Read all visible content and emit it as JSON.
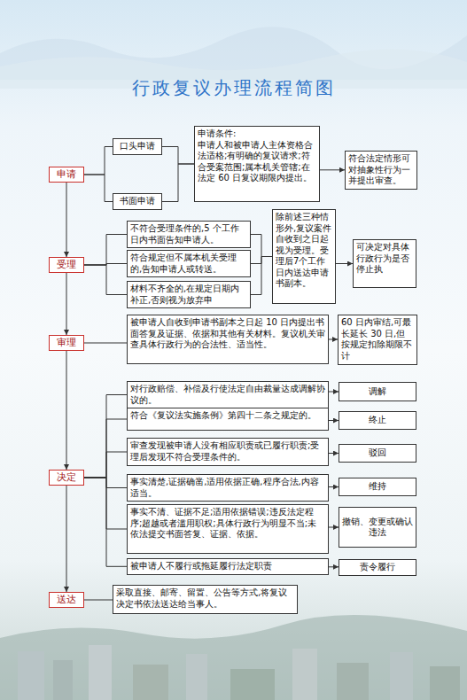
{
  "diagram": {
    "title": "行政复议办理流程简图",
    "nodes": [
      {
        "text": [
          "申请"
        ]
      },
      {
        "text": [
          "口头申请"
        ]
      },
      {
        "text": [
          "书面申请"
        ]
      },
      {
        "text": [
          "申请条件:",
          "申请人和被申请人主体资格合法适格;有明确的复议请求;符合受案范围;属本机关管辖;在法定 60 日复议期限内提出。"
        ]
      },
      {
        "text": [
          "符合法定情形可对抽象性行为一并提出审查。"
        ]
      },
      {
        "text": [
          "受理"
        ]
      },
      {
        "text": [
          "不符合受理条件的,5 个工作日内书面告知申请人。"
        ]
      },
      {
        "text": [
          "符合规定但不属本机关受理的,告知申请人或转送。"
        ]
      },
      {
        "text": [
          "材料不齐全的,在规定日期内补正,否则视为放弃申"
        ]
      },
      {
        "text": [
          "除前述三种情形外,复议案件自收到之日起视为受理。受理后7个工作日内送达申请书副本。"
        ]
      },
      {
        "text": [
          "可决定对具体行政行为是否停止执"
        ]
      },
      {
        "text": [
          "审理"
        ]
      },
      {
        "text": [
          "被申请人自收到申请书副本之日起 10 日内提出书面答复及证据、依据和其他有关材料。复议机关审查具体行政行为的合法性、适当性。"
        ]
      },
      {
        "text": [
          "60 日内审结,可最长延长 30 日,但按规定扣除期限不计"
        ]
      },
      {
        "text": [
          "决定"
        ]
      },
      {
        "text": [
          "对行政赔偿、补偿及行使法定自由裁量达成调解协议的。"
        ]
      },
      {
        "text": [
          "调解"
        ]
      },
      {
        "text": [
          "符合《复议法实施条例》第四十二条之规定的。"
        ]
      },
      {
        "text": [
          "终止"
        ]
      },
      {
        "text": [
          "审查发现被申请人没有相应职责或已履行职责;受理后发现不符合受理条件的。"
        ]
      },
      {
        "text": [
          "驳回"
        ]
      },
      {
        "text": [
          "事实清楚,证据确凿,适用依据正确,程序合法,内容适当。"
        ]
      },
      {
        "text": [
          "维持"
        ]
      },
      {
        "text": [
          "事实不清、证据不足;适用依据错误;违反法定程序;超越或者滥用职权;具体行政行为明显不当;未依法提交书面答复、证据、依据。"
        ]
      },
      {
        "text": [
          "撤销、变更或确认违法"
        ]
      },
      {
        "text": [
          "被申请人不履行或拖延履行法定职责"
        ]
      },
      {
        "text": [
          "责令履行"
        ]
      },
      {
        "text": [
          "送达"
        ]
      },
      {
        "text": [
          "采取直接、邮寄、留置、公告等方式,将复议决定书依法送达给当事人。"
        ]
      }
    ],
    "edges": [
      {
        "from": 0,
        "to": 5,
        "arrow": "to"
      },
      {
        "from": 5,
        "to": 11,
        "arrow": "to"
      },
      {
        "from": 11,
        "to": 14,
        "arrow": "to"
      },
      {
        "from": 14,
        "to": 27,
        "arrow": "to"
      },
      {
        "from": 0,
        "to": 1,
        "arrow": "none"
      },
      {
        "from": 0,
        "to": 2,
        "arrow": "none"
      },
      {
        "from": 1,
        "to": 3,
        "arrow": "none"
      },
      {
        "from": 2,
        "to": 3,
        "arrow": "none"
      },
      {
        "from": 3,
        "to": 4,
        "arrow": "to"
      },
      {
        "from": 5,
        "to": 6,
        "arrow": "none"
      },
      {
        "from": 5,
        "to": 7,
        "arrow": "none"
      },
      {
        "from": 5,
        "to": 8,
        "arrow": "none"
      },
      {
        "from": 6,
        "to": 9,
        "arrow": "none"
      },
      {
        "from": 7,
        "to": 9,
        "arrow": "none"
      },
      {
        "from": 8,
        "to": 9,
        "arrow": "none"
      },
      {
        "from": 9,
        "to": 10,
        "arrow": "to"
      },
      {
        "from": 11,
        "to": 12,
        "arrow": "none"
      },
      {
        "from": 12,
        "to": 13,
        "arrow": "to"
      },
      {
        "from": 14,
        "to": 15,
        "arrow": "none"
      },
      {
        "from": 14,
        "to": 17,
        "arrow": "none"
      },
      {
        "from": 14,
        "to": 19,
        "arrow": "none"
      },
      {
        "from": 14,
        "to": 21,
        "arrow": "none"
      },
      {
        "from": 14,
        "to": 23,
        "arrow": "none"
      },
      {
        "from": 14,
        "to": 25,
        "arrow": "none"
      },
      {
        "from": 15,
        "to": 16,
        "arrow": "to"
      },
      {
        "from": 17,
        "to": 18,
        "arrow": "to"
      },
      {
        "from": 19,
        "to": 20,
        "arrow": "to"
      },
      {
        "from": 21,
        "to": 22,
        "arrow": "to"
      },
      {
        "from": 23,
        "to": 24,
        "arrow": "to"
      },
      {
        "from": 25,
        "to": 26,
        "arrow": "to"
      },
      {
        "from": 27,
        "to": 28,
        "arrow": "none"
      }
    ]
  }
}
